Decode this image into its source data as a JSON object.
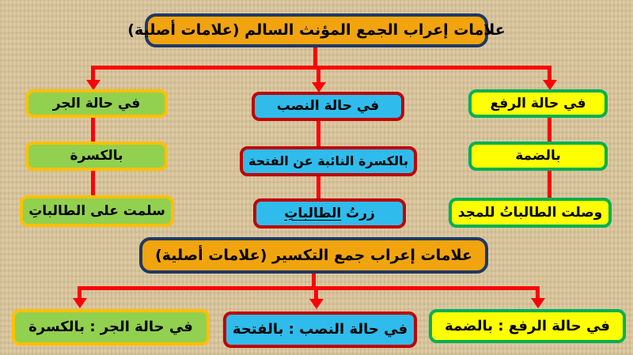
{
  "colors": {
    "background": "#d8c49c",
    "title_fill": "#f1a40e",
    "title_border": "#1f3864",
    "green_fill": "#92d050",
    "green_border": "#ffc000",
    "blue_fill": "#2fbcec",
    "blue_border": "#c00000",
    "yellow_fill": "#ffff00",
    "yellow_border": "#00b050",
    "connector": "#fb0007",
    "text": "#000000"
  },
  "section1": {
    "title": "علامات إعراب الجمع المؤنث السالم (علامات أصلية)",
    "columns": [
      {
        "id": "raf3",
        "case": "في حالة الرفع",
        "sign": "بالضمة",
        "example": "وصلت الطالباتُ للمجد"
      },
      {
        "id": "nasb",
        "case": "في حالة النصب",
        "sign": "بالكسرة النائبة عن الفتحة",
        "example_verb": "زرتُ",
        "example_object": "الطالباتِ"
      },
      {
        "id": "jar",
        "case": "في حالة الجر",
        "sign": "بالكسرة",
        "example": "سلمت على الطالباتِ"
      }
    ]
  },
  "section2": {
    "title": "علامات إعراب جمع التكسير (علامات أصلية)",
    "items": [
      {
        "id": "raf3",
        "label": "في حالة الرفع : بالضمة"
      },
      {
        "id": "nasb",
        "label": "في حالة النصب : بالفتحة"
      },
      {
        "id": "jar",
        "label": "في حالة الجر : بالكسرة"
      }
    ]
  }
}
